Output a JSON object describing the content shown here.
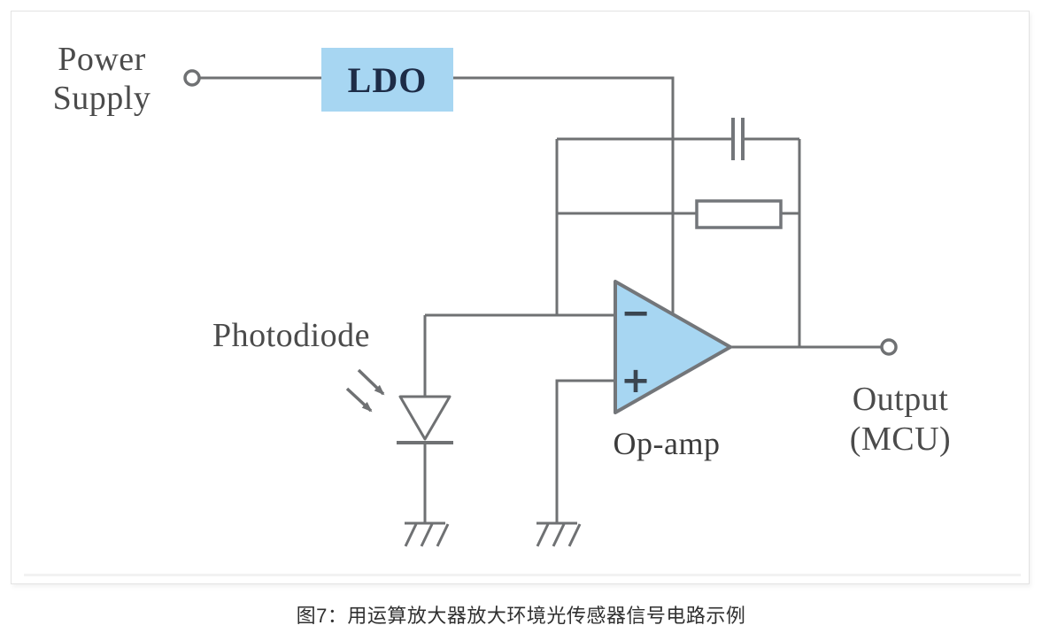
{
  "colors": {
    "background": "#ffffff",
    "wire": "#6f7173",
    "component_stroke": "#73767a",
    "component_fill": "#a7d6f2",
    "label_text": "#4b4b4b",
    "ldo_text": "#1d2c47",
    "opamp_sign": "#3a4550",
    "caption_text": "#303030",
    "card_border": "#e3e3e3",
    "divider": "#f2f2f2"
  },
  "diagram": {
    "power_supply_label": [
      "Power",
      "Supply"
    ],
    "ldo_label": "LDO",
    "photodiode_label": "Photodiode",
    "opamp_label": "Op-amp",
    "opamp_inverting_sign": "−",
    "opamp_noninverting_sign": "+",
    "output_label": [
      "Output",
      "(MCU)"
    ],
    "symbols": [
      "power-terminal",
      "ldo-block",
      "feedback-capacitor",
      "feedback-resistor",
      "opamp-triangle",
      "photodiode-symbol",
      "light-arrows",
      "photodiode-ground-symbol",
      "opamp-ground-symbol",
      "output-terminal"
    ]
  },
  "caption": "图7：用运算放大器放大环境光传感器信号电路示例"
}
